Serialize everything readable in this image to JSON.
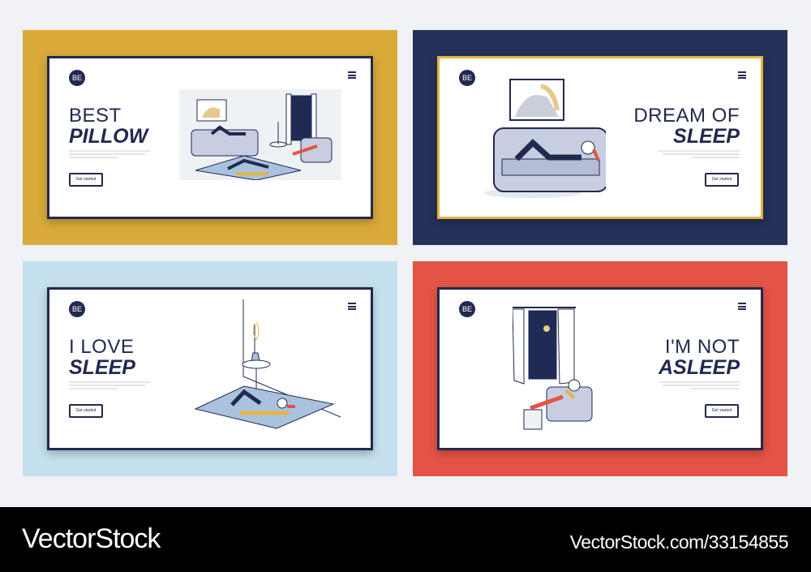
{
  "panels": [
    {
      "title_light": "BEST",
      "title_bold": "PILLOW",
      "button": "Get started",
      "logo": "BE",
      "bg": "#d9aa3a"
    },
    {
      "title_light": "DREAM OF",
      "title_bold": "SLEEP",
      "button": "Get started",
      "logo": "BE",
      "bg": "#263159"
    },
    {
      "title_light": "I LOVE",
      "title_bold": "SLEEP",
      "button": "Get started",
      "logo": "BE",
      "bg": "#c5e0ee"
    },
    {
      "title_light": "I'M NOT",
      "title_bold": "ASLEEP",
      "button": "Get started",
      "logo": "BE",
      "bg": "#e45444"
    }
  ],
  "footer": {
    "brand": "VectorStock",
    "url": "VectorStock.com/33154855"
  }
}
